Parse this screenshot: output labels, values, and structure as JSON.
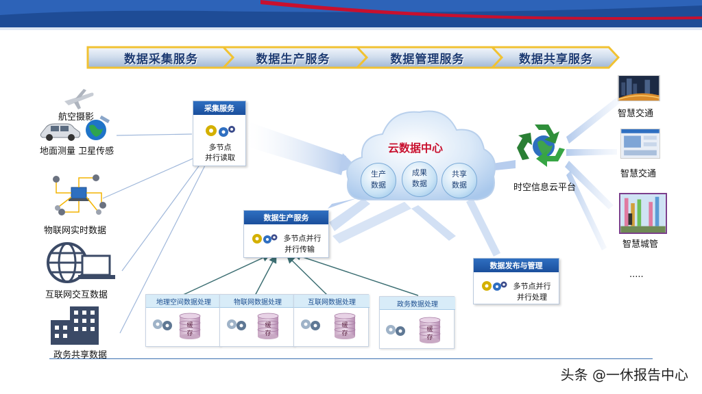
{
  "stages": [
    "数据采集服务",
    "数据生产服务",
    "数据管理服务",
    "数据共享服务"
  ],
  "sources": {
    "aerial": "航空摄影",
    "ground_satellite": "地面测量 卫星传感",
    "iot": "物联网实时数据",
    "internet": "互联网交互数据",
    "gov": "政务共享数据"
  },
  "collect_box": {
    "title": "采集服务",
    "line1": "多节点",
    "line2": "并行读取"
  },
  "production_box": {
    "title": "数据生产服务",
    "line1": "多节点并行",
    "line2": "并行传输"
  },
  "processors": [
    {
      "title": "地理空间数据处理",
      "cache": "缓存"
    },
    {
      "title": "物联网数据处理",
      "cache": "缓存"
    },
    {
      "title": "互联网数据处理",
      "cache": "缓存"
    },
    {
      "title": "政务数据处理",
      "cache": "缓存"
    }
  ],
  "cloud": {
    "title": "云数据中心",
    "bubbles": [
      {
        "line1": "生产",
        "line2": "数据"
      },
      {
        "line1": "成果",
        "line2": "数据"
      },
      {
        "line1": "共享",
        "line2": "数据"
      }
    ]
  },
  "publish_box": {
    "title": "数据发布与管理",
    "line1": "多节点并行",
    "line2": "并行处理"
  },
  "platform": "时空信息云平台",
  "outputs": [
    "智慧交通",
    "智慧交通",
    "智慧城管",
    "....."
  ],
  "watermark": "头条 @一休报告中心",
  "colors": {
    "accent_blue": "#1b4f9c",
    "banner_red": "#c8102e",
    "cloud_title": "#c8102e",
    "arrow": "#c9d8f0"
  }
}
